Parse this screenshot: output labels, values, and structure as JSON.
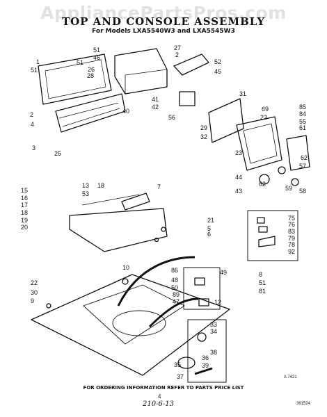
{
  "watermark": "AppliancePartsPros.com",
  "title": "TOP AND CONSOLE ASSEMBLY",
  "subtitle": "For Models LXA5540W3 and LXA5545W3",
  "footer_note": "FOR ORDERING INFORMATION REFER TO PARTS PRICE LIST",
  "page_number": "4",
  "handwritten_code": "210-6-13",
  "illustration_code": "A 7421",
  "doc_code": "361524",
  "part_labels": [
    "1",
    "51",
    "2",
    "4",
    "3",
    "25",
    "51",
    "46",
    "51",
    "26",
    "28",
    "27",
    "2",
    "52",
    "45",
    "40",
    "41",
    "42",
    "56",
    "31",
    "29",
    "32",
    "69",
    "23",
    "85",
    "84",
    "55",
    "61",
    "62",
    "23",
    "57",
    "44",
    "43",
    "62",
    "59",
    "58",
    "15",
    "16",
    "17",
    "18",
    "19",
    "20",
    "13",
    "53",
    "18",
    "7",
    "21",
    "5",
    "6",
    "75",
    "76",
    "83",
    "79",
    "78",
    "92",
    "22",
    "30",
    "9",
    "10",
    "86",
    "48",
    "50",
    "89",
    "47",
    "49",
    "12",
    "8",
    "51",
    "81",
    "33",
    "34",
    "38",
    "36",
    "35",
    "39",
    "37"
  ]
}
